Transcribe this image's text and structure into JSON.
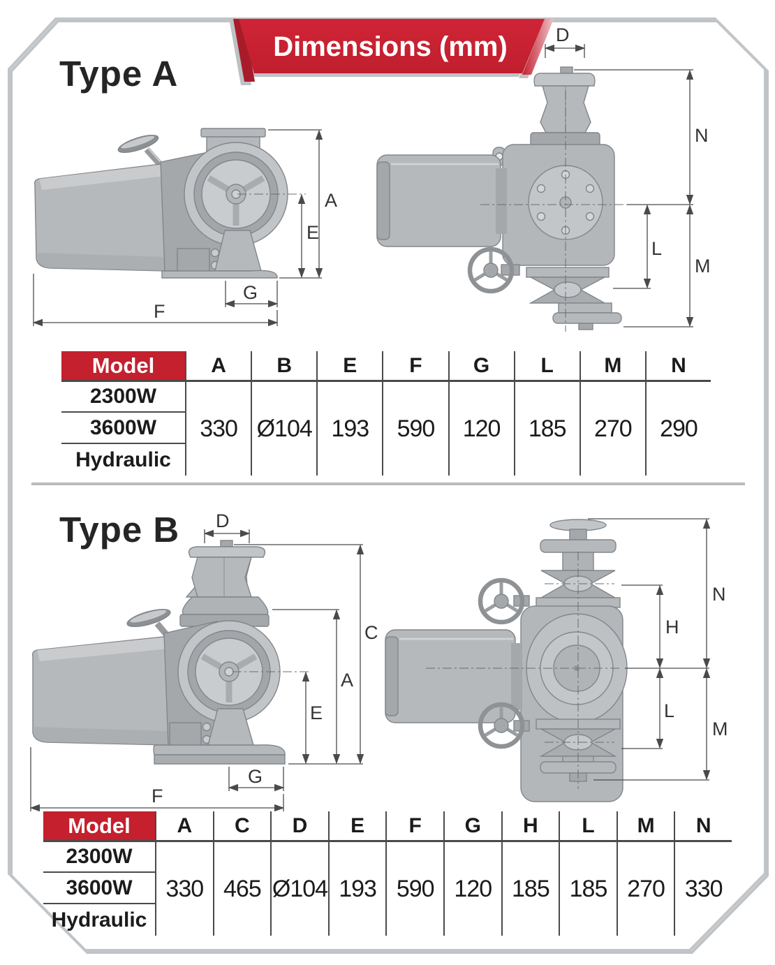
{
  "banner": {
    "title": "Dimensions (mm)",
    "red": "#c4202e"
  },
  "sections": [
    {
      "heading": "Type A",
      "side_view": {
        "labels": {
          "A": "A",
          "E": "E",
          "G": "G",
          "F": "F"
        }
      },
      "top_view": {
        "labels": {
          "D": "D",
          "N": "N",
          "L": "L",
          "M": "M"
        }
      },
      "table": {
        "header_model": "Model",
        "columns": [
          "A",
          "B",
          "E",
          "F",
          "G",
          "L",
          "M",
          "N"
        ],
        "models": [
          "2300W",
          "3600W",
          "Hydraulic"
        ],
        "values": [
          "330",
          "Ø104",
          "193",
          "590",
          "120",
          "185",
          "270",
          "290"
        ]
      }
    },
    {
      "heading": "Type B",
      "side_view": {
        "labels": {
          "D": "D",
          "C": "C",
          "A": "A",
          "E": "E",
          "G": "G",
          "F": "F"
        }
      },
      "top_view": {
        "labels": {
          "N": "N",
          "H": "H",
          "L": "L",
          "M": "M"
        }
      },
      "table": {
        "header_model": "Model",
        "columns": [
          "A",
          "C",
          "D",
          "E",
          "F",
          "G",
          "H",
          "L",
          "M",
          "N"
        ],
        "models": [
          "2300W",
          "3600W",
          "Hydraulic"
        ],
        "values": [
          "330",
          "465",
          "Ø104",
          "193",
          "590",
          "120",
          "185",
          "185",
          "270",
          "330"
        ]
      }
    }
  ]
}
